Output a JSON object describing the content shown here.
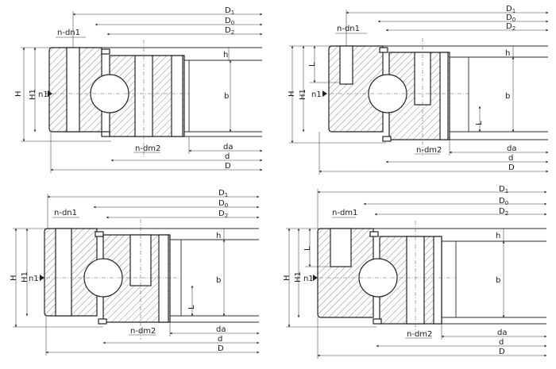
{
  "diagrams": [
    {
      "labels": {
        "D1": "D",
        "D1_sub": "1",
        "D0": "D",
        "D0_sub": "0",
        "D2": "D",
        "D2_sub": "2",
        "n_dn1": "n-dn1",
        "n_dm2": "n-dm2",
        "H": "H",
        "H1": "H1",
        "n1": "n1",
        "h": "h",
        "b": "b",
        "da": "da",
        "d": "d",
        "D": "D",
        "L": ""
      }
    },
    {
      "labels": {
        "D1": "D",
        "D1_sub": "1",
        "D0": "D",
        "D0_sub": "0",
        "D2": "D",
        "D2_sub": "2",
        "n_dn1": "n-dn1",
        "n_dm2": "n-dm2",
        "H": "H",
        "H1": "H1",
        "n1": "n1",
        "h": "h",
        "b": "b",
        "da": "da",
        "d": "d",
        "D": "D",
        "L": "L"
      }
    },
    {
      "labels": {
        "D1": "D",
        "D1_sub": "1",
        "D0": "D",
        "D0_sub": "0",
        "D2": "D",
        "D2_sub": "2",
        "n_dn1": "n-dn1",
        "n_dm2": "n-dm2",
        "H": "H",
        "H1": "H1",
        "n1": "n1",
        "h": "h",
        "b": "b",
        "da": "da",
        "d": "d",
        "D": "D",
        "L": "L"
      }
    },
    {
      "labels": {
        "D1": "D",
        "D1_sub": "1",
        "D0": "D",
        "D0_sub": "0",
        "D2": "D",
        "D2_sub": "2",
        "n_dn1": "n-dm1",
        "n_dm2": "n-dm2",
        "H": "H",
        "H1": "H1",
        "n1": "n1",
        "h": "h",
        "b": "b",
        "da": "da",
        "d": "d",
        "D": "D",
        "L": "L"
      }
    }
  ]
}
